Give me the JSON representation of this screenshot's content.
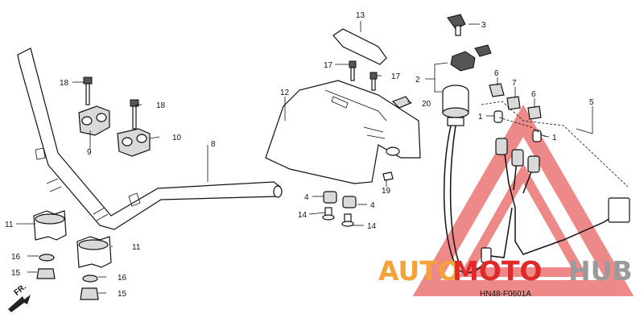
{
  "diagram": {
    "part_numbers": {
      "n1a": "1",
      "n1b": "1",
      "n2": "2",
      "n3": "3",
      "n4a": "4",
      "n4b": "4",
      "n5": "5",
      "n6a": "6",
      "n6b": "6",
      "n7": "7",
      "n8": "8",
      "n9": "9",
      "n10": "10",
      "n11a": "11",
      "n11b": "11",
      "n12": "12",
      "n13": "13",
      "n14a": "14",
      "n14b": "14",
      "n15a": "15",
      "n15b": "15",
      "n16a": "16",
      "n16b": "16",
      "n17a": "17",
      "n17b": "17",
      "n18a": "18",
      "n18b": "18",
      "n19": "19",
      "n20": "20"
    },
    "fr_label": "FR.",
    "diagram_code": "HN48-F0601A"
  },
  "watermark": {
    "part1": "AUTO",
    "part2": "MOTO",
    "part3": "HUB",
    "color_orange": "#f4a23a",
    "color_red": "#e02a2a",
    "color_gray": "#9a9a9a"
  }
}
